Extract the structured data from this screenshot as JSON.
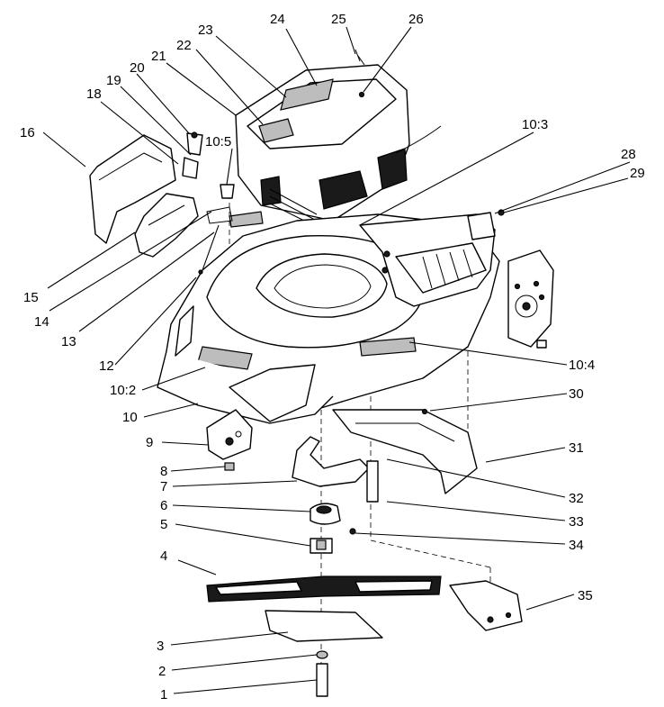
{
  "callouts": [
    {
      "id": "1",
      "label": "1"
    },
    {
      "id": "2",
      "label": "2"
    },
    {
      "id": "3",
      "label": "3"
    },
    {
      "id": "4",
      "label": "4"
    },
    {
      "id": "5",
      "label": "5"
    },
    {
      "id": "6",
      "label": "6"
    },
    {
      "id": "7",
      "label": "7"
    },
    {
      "id": "8",
      "label": "8"
    },
    {
      "id": "9",
      "label": "9"
    },
    {
      "id": "10",
      "label": "10"
    },
    {
      "id": "10_2",
      "label": "10:2"
    },
    {
      "id": "10_3",
      "label": "10:3"
    },
    {
      "id": "10_4",
      "label": "10:4"
    },
    {
      "id": "10_5",
      "label": "10:5"
    },
    {
      "id": "12",
      "label": "12"
    },
    {
      "id": "13",
      "label": "13"
    },
    {
      "id": "14",
      "label": "14"
    },
    {
      "id": "15",
      "label": "15"
    },
    {
      "id": "16",
      "label": "16"
    },
    {
      "id": "18",
      "label": "18"
    },
    {
      "id": "19",
      "label": "19"
    },
    {
      "id": "20",
      "label": "20"
    },
    {
      "id": "21",
      "label": "21"
    },
    {
      "id": "22",
      "label": "22"
    },
    {
      "id": "23",
      "label": "23"
    },
    {
      "id": "24",
      "label": "24"
    },
    {
      "id": "25",
      "label": "25"
    },
    {
      "id": "26",
      "label": "26"
    },
    {
      "id": "28",
      "label": "28"
    },
    {
      "id": "29",
      "label": "29"
    },
    {
      "id": "30",
      "label": "30"
    },
    {
      "id": "31",
      "label": "31"
    },
    {
      "id": "32",
      "label": "32"
    },
    {
      "id": "33",
      "label": "33"
    },
    {
      "id": "34",
      "label": "34"
    },
    {
      "id": "35",
      "label": "35"
    }
  ]
}
